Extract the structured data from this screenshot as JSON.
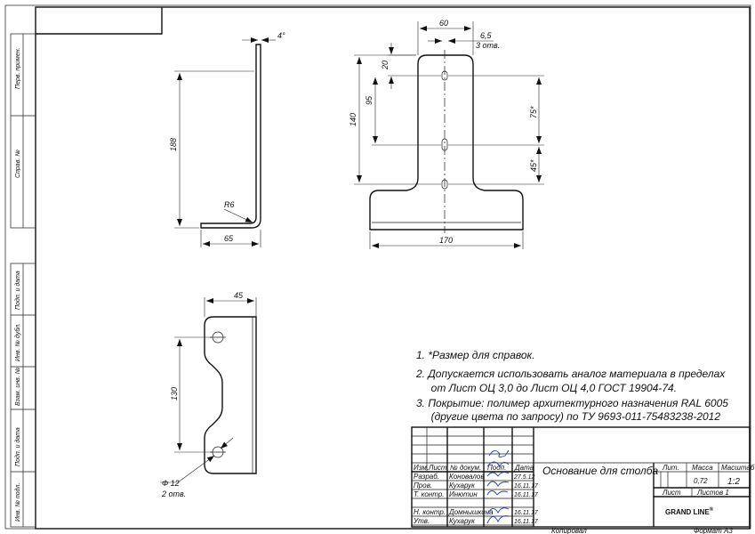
{
  "side_labels": [
    "Перв. примен.",
    "Справ. №",
    "Подп. и дата",
    "Инв. № дубл.",
    "Взам. инв. №",
    "Подп. и дата",
    "Инв. № подл."
  ],
  "top_view": {
    "dims": {
      "width_top": "60",
      "hole_dia": "6,5",
      "hole_count": "3 отв.",
      "top_offset": "20",
      "hole_spacing_1": "95",
      "total_height": "140",
      "hole_spacing_2": "75*",
      "lower_offset": "45*",
      "base_width": "170"
    }
  },
  "side_view": {
    "dims": {
      "angle": "4°",
      "height": "188",
      "radius": "R6",
      "base_length": "65"
    }
  },
  "bottom_view": {
    "dims": {
      "width": "45",
      "hole_spacing": "130",
      "hole_dia": "Ф 12",
      "hole_count": "2 отв."
    }
  },
  "notes": [
    "1.  *Размер для справок.",
    "2.  Допускается использовать аналог материала в пределах",
    "     от Лист ОЦ 3,0 до Лист ОЦ 4,0 ГОСТ 19904-74.",
    "3.  Покрытие: полимер архитектурного назначения RAL 6005",
    "     (другие цвета по запросу) по ТУ 9693-011-75483238-2012"
  ],
  "title_block": {
    "headers": {
      "izm": "Изм.",
      "list": "Лист",
      "doc": "№ докум.",
      "podp": "Подп.",
      "date": "Дата"
    },
    "rows": [
      {
        "role": "Разраб.",
        "name": "Коновалов",
        "date": "27.5.12"
      },
      {
        "role": "Пров.",
        "name": "Кухарук",
        "date": "16.11.17"
      },
      {
        "role": "Т. контр.",
        "name": "Инютин",
        "date": "16.11.17"
      },
      {
        "role": "Н. контр.",
        "name": "Домнышкина",
        "date": "16.11.17"
      },
      {
        "role": "Утв.",
        "name": "Кухарук",
        "date": "16.11.17"
      }
    ],
    "title": "Основание для столба",
    "lit_label": "Лит.",
    "mass_label": "Масса",
    "scale_label": "Масштаб",
    "mass_value": "0,72",
    "scale_value": "1:2",
    "sheet_label": "Лист",
    "sheets_label": "Листов 1",
    "brand": "GRAND LINE",
    "brand_mark": "®",
    "copied": "Копировал",
    "format": "Формат А3"
  }
}
